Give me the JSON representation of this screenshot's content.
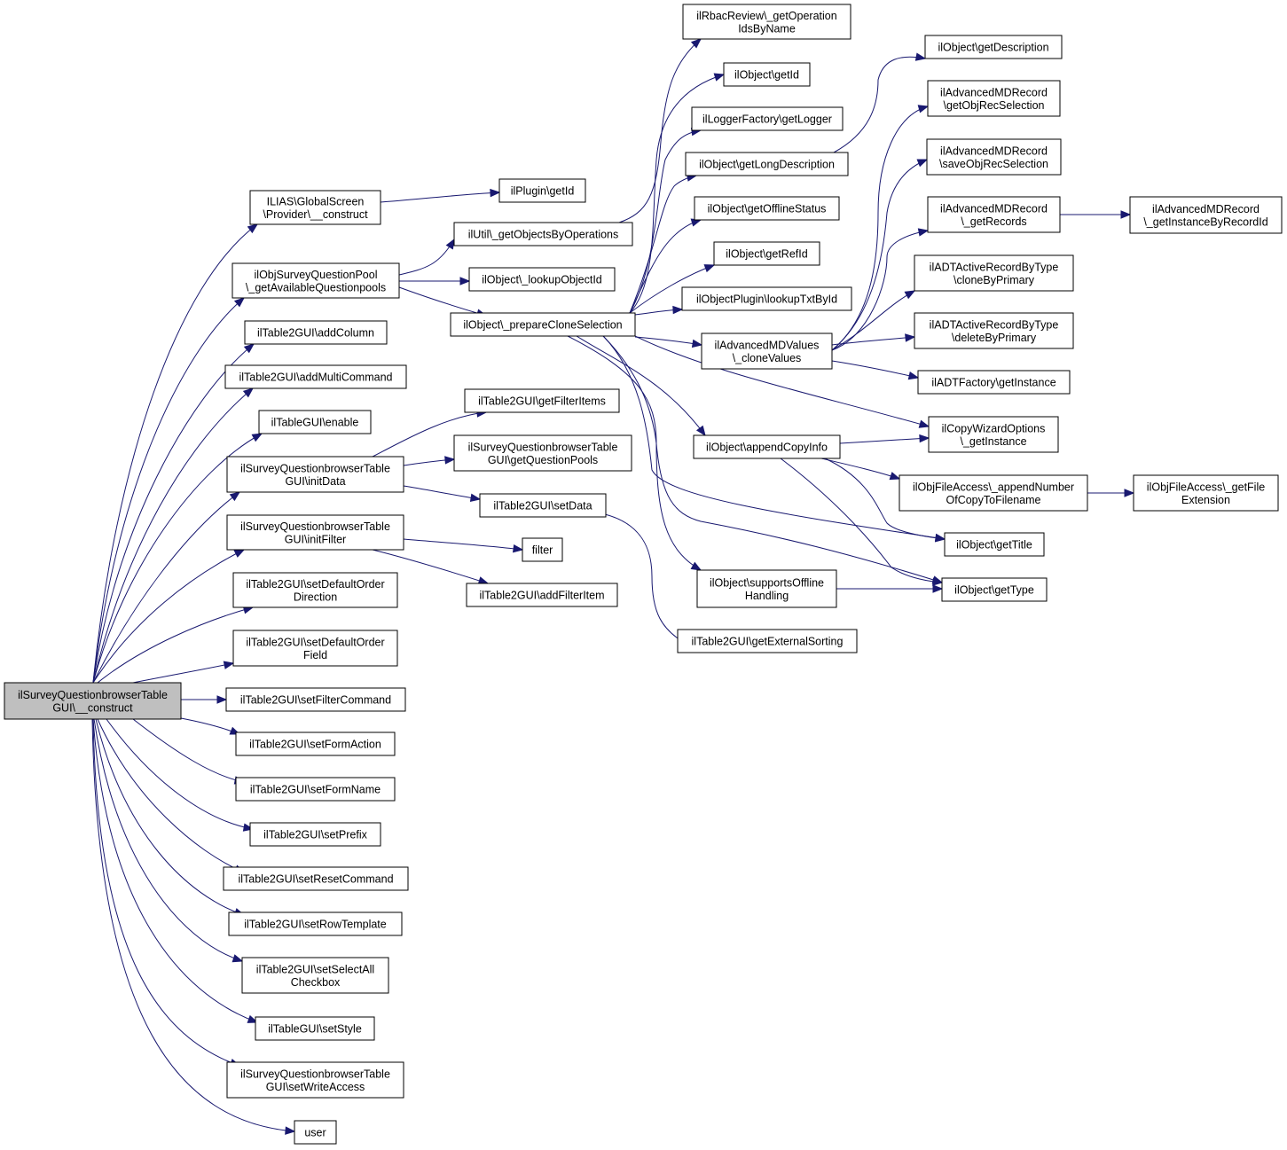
{
  "nodes": [
    {
      "id": "root",
      "lines": [
        "ilSurveyQuestionbrowserTable",
        "GUI\\__construct"
      ],
      "root": true
    },
    {
      "id": "globalscreen",
      "lines": [
        "ILIAS\\GlobalScreen",
        "\\Provider\\__construct"
      ]
    },
    {
      "id": "pluginGetId",
      "lines": [
        "ilPlugin\\getId"
      ]
    },
    {
      "id": "availPools",
      "lines": [
        "ilObjSurveyQuestionPool",
        "\\_getAvailableQuestionpools"
      ]
    },
    {
      "id": "addColumn",
      "lines": [
        "ilTable2GUI\\addColumn"
      ]
    },
    {
      "id": "addMulti",
      "lines": [
        "ilTable2GUI\\addMultiCommand"
      ]
    },
    {
      "id": "enable",
      "lines": [
        "ilTableGUI\\enable"
      ]
    },
    {
      "id": "initData",
      "lines": [
        "ilSurveyQuestionbrowserTable",
        "GUI\\initData"
      ]
    },
    {
      "id": "initFilter",
      "lines": [
        "ilSurveyQuestionbrowserTable",
        "GUI\\initFilter"
      ]
    },
    {
      "id": "defOrderDir",
      "lines": [
        "ilTable2GUI\\setDefaultOrder",
        "Direction"
      ]
    },
    {
      "id": "defOrderField",
      "lines": [
        "ilTable2GUI\\setDefaultOrder",
        "Field"
      ]
    },
    {
      "id": "setFilterCmd",
      "lines": [
        "ilTable2GUI\\setFilterCommand"
      ]
    },
    {
      "id": "setFormAction",
      "lines": [
        "ilTable2GUI\\setFormAction"
      ]
    },
    {
      "id": "setFormName",
      "lines": [
        "ilTable2GUI\\setFormName"
      ]
    },
    {
      "id": "setPrefix",
      "lines": [
        "ilTable2GUI\\setPrefix"
      ]
    },
    {
      "id": "setResetCmd",
      "lines": [
        "ilTable2GUI\\setResetCommand"
      ]
    },
    {
      "id": "setRowTpl",
      "lines": [
        "ilTable2GUI\\setRowTemplate"
      ]
    },
    {
      "id": "setSelectAll",
      "lines": [
        "ilTable2GUI\\setSelectAll",
        "Checkbox"
      ]
    },
    {
      "id": "setStyle",
      "lines": [
        "ilTableGUI\\setStyle"
      ]
    },
    {
      "id": "setWriteAccess",
      "lines": [
        "ilSurveyQuestionbrowserTable",
        "GUI\\setWriteAccess"
      ]
    },
    {
      "id": "user",
      "lines": [
        "user"
      ]
    },
    {
      "id": "getObjByOps",
      "lines": [
        "ilUtil\\_getObjectsByOperations"
      ]
    },
    {
      "id": "lookupObjId",
      "lines": [
        "ilObject\\_lookupObjectId"
      ]
    },
    {
      "id": "prepClone",
      "lines": [
        "ilObject\\_prepareCloneSelection"
      ]
    },
    {
      "id": "getFilterItems",
      "lines": [
        "ilTable2GUI\\getFilterItems"
      ]
    },
    {
      "id": "getQPools",
      "lines": [
        "ilSurveyQuestionbrowserTable",
        "GUI\\getQuestionPools"
      ]
    },
    {
      "id": "setData",
      "lines": [
        "ilTable2GUI\\setData"
      ]
    },
    {
      "id": "filter",
      "lines": [
        "filter"
      ]
    },
    {
      "id": "addFilterItem",
      "lines": [
        "ilTable2GUI\\addFilterItem"
      ]
    },
    {
      "id": "rbacOps",
      "lines": [
        "ilRbacReview\\_getOperation",
        "IdsByName"
      ]
    },
    {
      "id": "objGetId",
      "lines": [
        "ilObject\\getId"
      ]
    },
    {
      "id": "getLogger",
      "lines": [
        "ilLoggerFactory\\getLogger"
      ]
    },
    {
      "id": "getLongDesc",
      "lines": [
        "ilObject\\getLongDescription"
      ]
    },
    {
      "id": "offlineStatus",
      "lines": [
        "ilObject\\getOfflineStatus"
      ]
    },
    {
      "id": "getRefId",
      "lines": [
        "ilObject\\getRefId"
      ]
    },
    {
      "id": "lookupTxt",
      "lines": [
        "ilObjectPlugin\\lookupTxtById"
      ]
    },
    {
      "id": "cloneValues",
      "lines": [
        "ilAdvancedMDValues",
        "\\_cloneValues"
      ]
    },
    {
      "id": "appendCopyInfo",
      "lines": [
        "ilObject\\appendCopyInfo"
      ]
    },
    {
      "id": "supportsOffline",
      "lines": [
        "ilObject\\supportsOffline",
        "Handling"
      ]
    },
    {
      "id": "extSorting",
      "lines": [
        "ilTable2GUI\\getExternalSorting"
      ]
    },
    {
      "id": "getDesc",
      "lines": [
        "ilObject\\getDescription"
      ]
    },
    {
      "id": "getObjRecSel",
      "lines": [
        "ilAdvancedMDRecord",
        "\\getObjRecSelection"
      ]
    },
    {
      "id": "saveObjRecSel",
      "lines": [
        "ilAdvancedMDRecord",
        "\\saveObjRecSelection"
      ]
    },
    {
      "id": "getRecords",
      "lines": [
        "ilAdvancedMDRecord",
        "\\_getRecords"
      ]
    },
    {
      "id": "adtClone",
      "lines": [
        "ilADTActiveRecordByType",
        "\\cloneByPrimary"
      ]
    },
    {
      "id": "adtDelete",
      "lines": [
        "ilADTActiveRecordByType",
        "\\deleteByPrimary"
      ]
    },
    {
      "id": "adtFactory",
      "lines": [
        "ilADTFactory\\getInstance"
      ]
    },
    {
      "id": "copyWizard",
      "lines": [
        "ilCopyWizardOptions",
        "\\_getInstance"
      ]
    },
    {
      "id": "appendNumber",
      "lines": [
        "ilObjFileAccess\\_appendNumber",
        "OfCopyToFilename"
      ]
    },
    {
      "id": "getTitle",
      "lines": [
        "ilObject\\getTitle"
      ]
    },
    {
      "id": "getType",
      "lines": [
        "ilObject\\getType"
      ]
    },
    {
      "id": "instByRecId",
      "lines": [
        "ilAdvancedMDRecord",
        "\\_getInstanceByRecordId"
      ]
    },
    {
      "id": "getFileExt",
      "lines": [
        "ilObjFileAccess\\_getFile",
        "Extension"
      ]
    }
  ]
}
